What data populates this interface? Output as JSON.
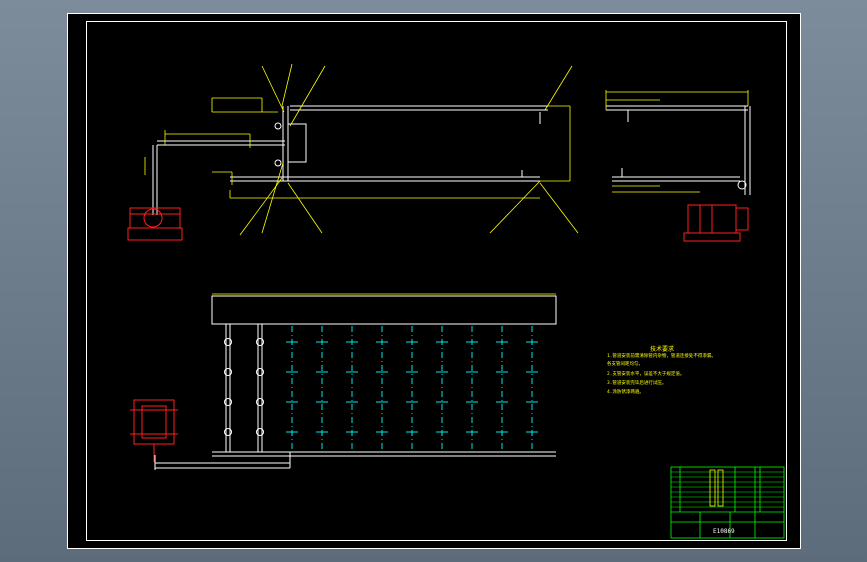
{
  "drawing": {
    "code": "E10869",
    "notes_title": "技术要求",
    "notes": [
      "1.管道安装前需清除管内杂物，管道连接处不得渗漏。",
      "  各支管间距均匀。",
      "2.支管安装水平，误差不大于规定值。",
      "3.管道安装完毕后进行试压。",
      "4.涂防锈漆两遍。"
    ]
  },
  "colors": {
    "background": "#000000",
    "frame": "#ffffff",
    "pipe": "#ffffff",
    "dimension": "#ffff00",
    "equipment": "#ff2020",
    "centerline": "#00ffff",
    "leader": "#ffff00"
  }
}
